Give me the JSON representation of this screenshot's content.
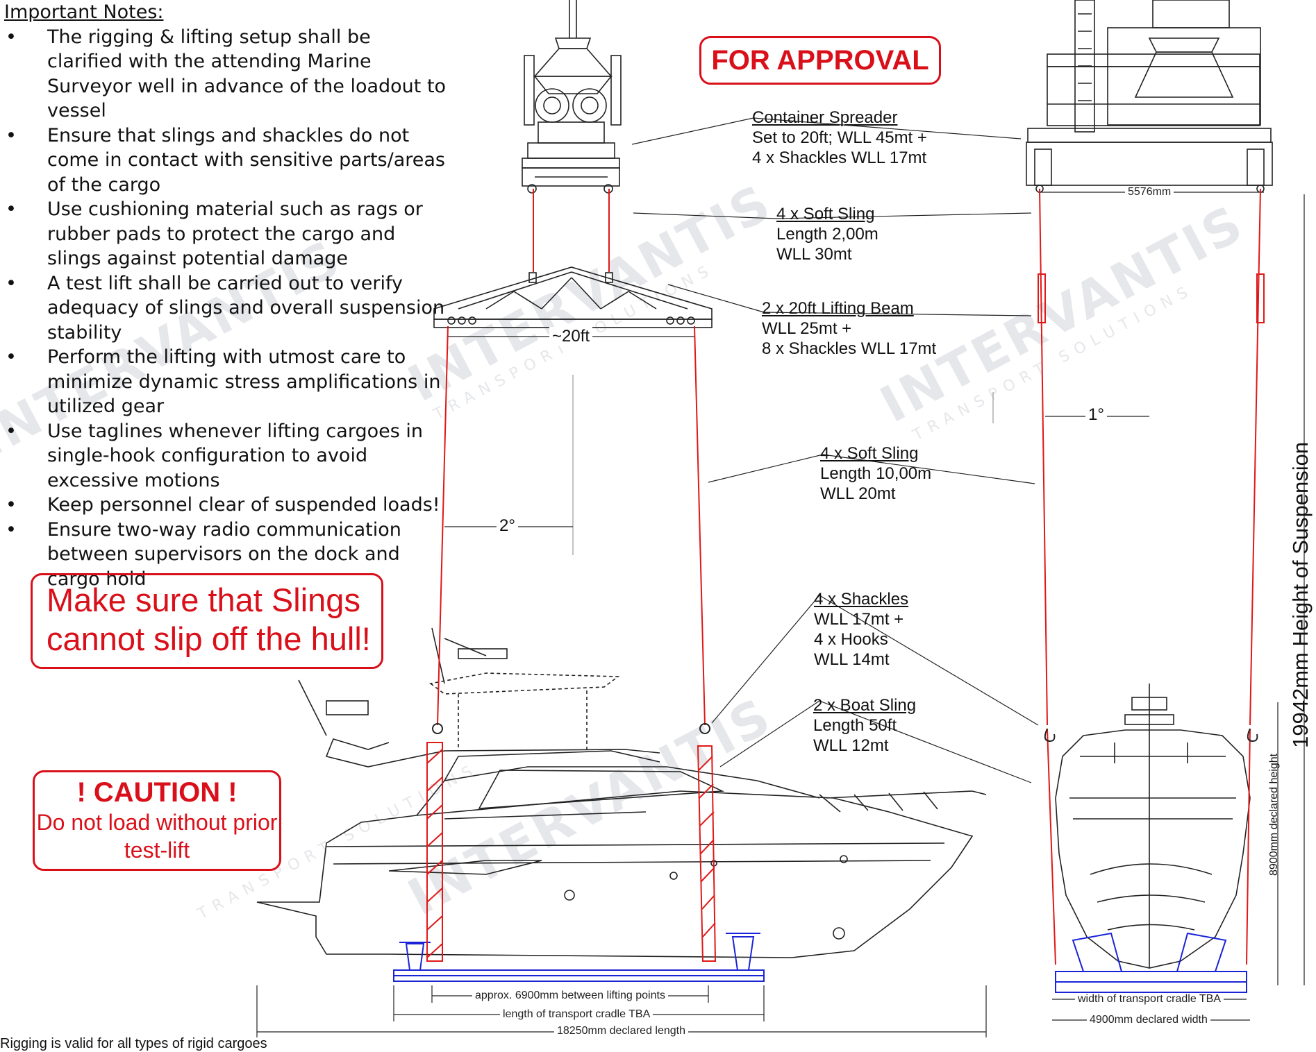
{
  "notes": {
    "heading": "Important Notes:",
    "items": [
      "The rigging & lifting setup shall be clarified with the attending Marine Surveyor well in advance of the loadout to vessel",
      "Ensure that slings and shackles do not come in contact with sensitive parts/areas of the cargo",
      "Use cushioning material such as rags or rubber pads to protect the cargo and slings against potential damage",
      "A test lift shall be carried out to verify adequacy of slings and overall suspension stability",
      "Perform the lifting with utmost care to minimize dynamic stress amplifications in utilized gear",
      "Use taglines whenever lifting cargoes in single-hook configuration to avoid excessive motions",
      "Keep personnel clear of suspended loads!",
      "Ensure two-way radio communication between supervisors on the dock and cargo hold"
    ]
  },
  "stamp": "FOR APPROVAL",
  "warning_slip": "Make sure that Slings cannot slip off the hull!",
  "caution": {
    "title": "! CAUTION !",
    "body": "Do not load without prior test-lift"
  },
  "labels": {
    "spreader": [
      "Container Spreader",
      "Set to 20ft; WLL 45mt +",
      "4 x Shackles WLL 17mt"
    ],
    "soft_sling_short": [
      "4 x Soft Sling",
      "Length 2,00m",
      "WLL 30mt"
    ],
    "lifting_beam": [
      "2 x 20ft Lifting Beam",
      "WLL 25mt +",
      "8 x Shackles WLL 17mt"
    ],
    "soft_sling_long": [
      "4 x Soft Sling",
      "Length 10,00m",
      "WLL 20mt"
    ],
    "shackles_hooks": [
      "4 x Shackles",
      "WLL 17mt +",
      "4 x Hooks",
      "WLL 14mt"
    ],
    "boat_sling": [
      "2 x Boat Sling",
      "Length 50ft",
      "WLL 12mt"
    ]
  },
  "dimensions": {
    "spreader_width": "5576mm",
    "beam_length": "~20ft",
    "angle_side": "2°",
    "angle_front": "1°",
    "between_lifting_points": "approx. 6900mm between lifting points",
    "cradle_length": "length of transport cradle TBA",
    "declared_length": "18250mm declared length",
    "cradle_width": "width of transport cradle TBA",
    "declared_width": "4900mm declared width",
    "declared_height": "8900mm declared height",
    "suspension_height": "19942mm Height of Suspension"
  },
  "watermark": {
    "name": "INTERVANTIS",
    "tagline": "TRANSPORT SOLUTIONS"
  },
  "footer_note": "Rigging is valid for all types of rigid cargoes"
}
